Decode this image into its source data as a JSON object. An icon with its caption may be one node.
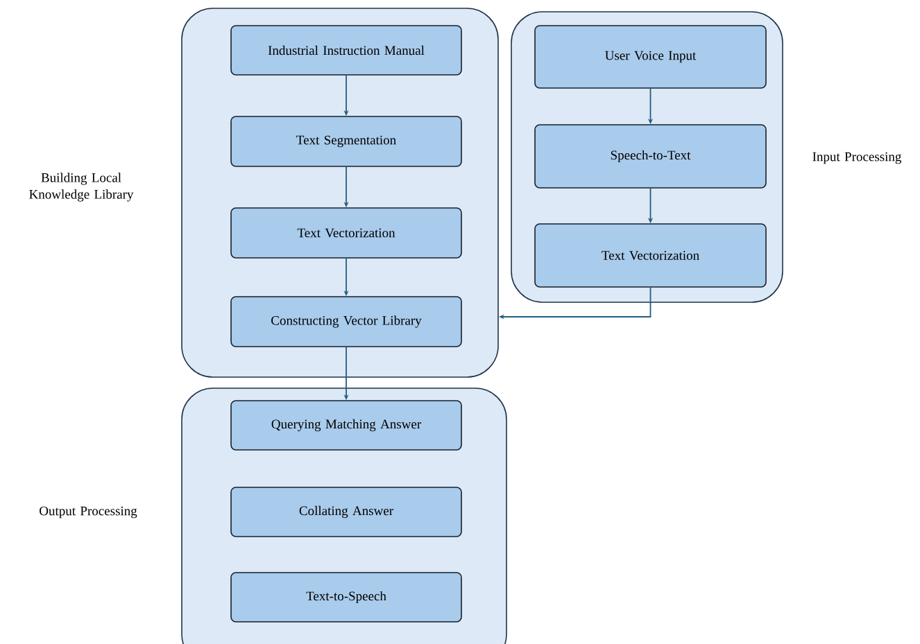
{
  "diagram": {
    "nodes": [
      {
        "text": [
          "Building Local Knowledge Library"
        ]
      },
      {
        "text": [
          "Industrial Instruction Manual"
        ],
        "in": 0
      },
      {
        "text": [
          "Text Segmentation"
        ],
        "in": 0
      },
      {
        "text": [
          "Text Vectorization"
        ],
        "in": 0
      },
      {
        "text": [
          "Constructing Vector Library"
        ],
        "in": 0
      },
      {
        "text": [
          "Input Processing"
        ]
      },
      {
        "text": [
          "User Voice Input"
        ],
        "in": 5
      },
      {
        "text": [
          "Speech-to-Text"
        ],
        "in": 5
      },
      {
        "text": [
          "Text Vectorization"
        ],
        "in": 5
      },
      {
        "text": [
          "Output Processing"
        ]
      },
      {
        "text": [
          "Querying Matching Answer"
        ],
        "in": 9
      },
      {
        "text": [
          "Collating Answer"
        ],
        "in": 9
      },
      {
        "text": [
          "Text-to-Speech"
        ],
        "in": 9
      }
    ],
    "edges": [
      {
        "from": 1,
        "to": 2,
        "arrow": "to"
      },
      {
        "from": 2,
        "to": 3,
        "arrow": "to"
      },
      {
        "from": 3,
        "to": 4,
        "arrow": "to"
      },
      {
        "from": 4,
        "to": 10,
        "arrow": "to"
      },
      {
        "from": 6,
        "to": 7,
        "arrow": "to"
      },
      {
        "from": 7,
        "to": 8,
        "arrow": "to"
      },
      {
        "from": 8,
        "to": 0,
        "arrow": "to"
      }
    ]
  }
}
